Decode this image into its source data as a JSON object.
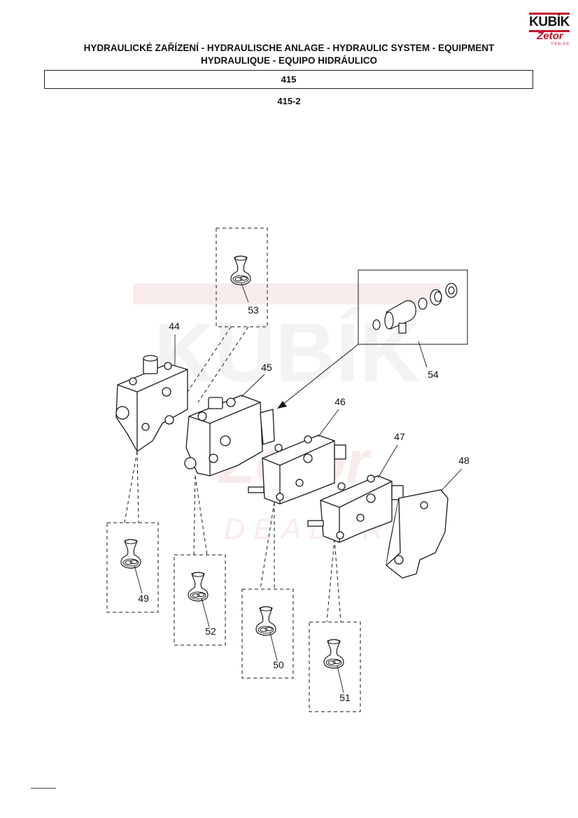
{
  "header": {
    "title_line1": "HYDRAULICKÉ ZAŘÍZENÍ - HYDRAULISCHE ANLAGE - HYDRAULIC SYSTEM - EQUIPMENT",
    "title_line2": "HYDRAULIQUE - EQUIPO HIDRÁULICO",
    "group_code": "415",
    "figure_code": "415-2"
  },
  "logo": {
    "brand": "KUBÍK",
    "sub_brand": "Zetor",
    "sub_label": "DEALER"
  },
  "watermark": {
    "text": "KUBÍK",
    "sub_text": "Zetor",
    "dealer_text": "DEALER",
    "color": "#f3d6d6"
  },
  "callouts": {
    "p44": "44",
    "p45": "45",
    "p46": "46",
    "p47": "47",
    "p48": "48",
    "p49": "49",
    "p50": "50",
    "p51": "51",
    "p52": "52",
    "p53": "53",
    "p54": "54"
  },
  "colors": {
    "line": "#1a1a1a",
    "accent_red": "#c8102e"
  }
}
